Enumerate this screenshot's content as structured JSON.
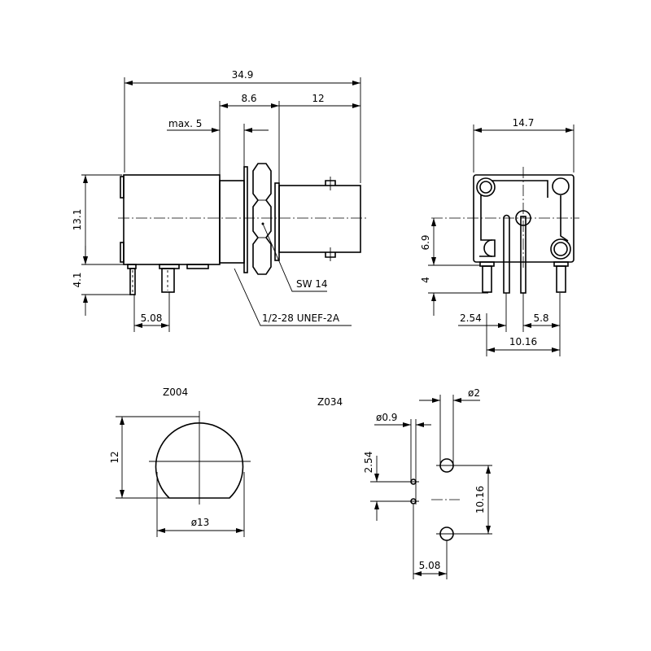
{
  "side_view": {
    "overall_length": "34.9",
    "flange_to_nut": "8.6",
    "front_length": "12",
    "panel_thickness": "max. 5",
    "body_height": "13.1",
    "pin_length": "4.1",
    "pin_pitch": "5.08",
    "wrench_size": "SW 14",
    "thread": "1/2-28 UNEF-2A"
  },
  "end_view": {
    "width": "14.7",
    "center_height": "6.9",
    "pin_length": "4",
    "offset_left": "2.54",
    "offset_right": "5.8",
    "pin_span": "10.16"
  },
  "panel_cutout": {
    "label": "Z004",
    "flat_height": "12",
    "diameter": "ø13"
  },
  "pcb_layout": {
    "label": "Z034",
    "large_hole": "ø2",
    "small_hole": "ø0.9",
    "small_pitch": "2.54",
    "large_pitch": "10.16",
    "x_offset": "5.08"
  }
}
